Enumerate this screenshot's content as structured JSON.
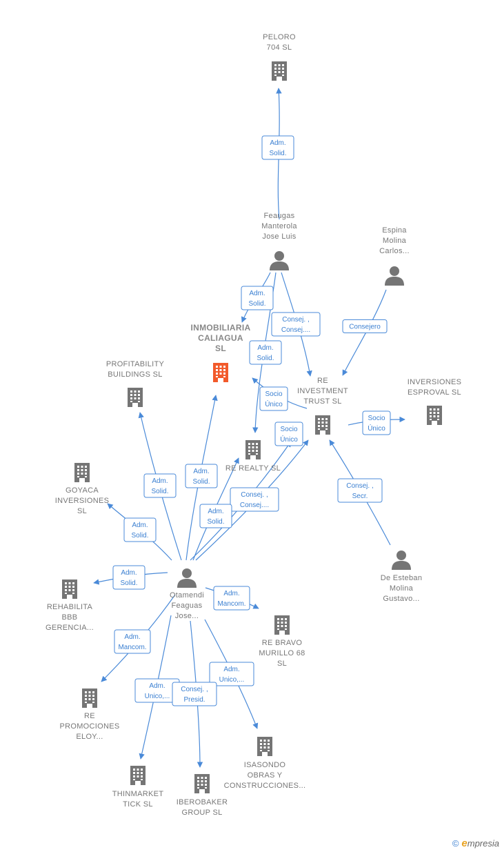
{
  "colors": {
    "edge": "#4a8ad8",
    "building": "#757575",
    "building_main": "#f25a2b",
    "person": "#757575",
    "label": "#777777"
  },
  "nodes": {
    "peloro": {
      "type": "company",
      "icon": "building-icon",
      "lines": [
        "PELORO",
        "704  SL"
      ]
    },
    "feaugas": {
      "type": "person",
      "icon": "person-icon",
      "lines": [
        "Feaugas",
        "Manterola",
        "Jose Luis"
      ]
    },
    "espina": {
      "type": "person",
      "icon": "person-icon",
      "lines": [
        "Espina",
        "Molina",
        "Carlos..."
      ]
    },
    "inmobiliaria": {
      "type": "company",
      "main": true,
      "icon": "building-icon",
      "lines": [
        "INMOBILIARIA",
        "CALIAGUA",
        "SL"
      ]
    },
    "profitability": {
      "type": "company",
      "icon": "building-icon",
      "lines": [
        "PROFITABILITY",
        "BUILDINGS  SL"
      ]
    },
    "re_investment": {
      "type": "company",
      "icon": "building-icon",
      "lines": [
        "RE",
        "INVESTMENT",
        "TRUST  SL"
      ]
    },
    "inversiones_esproval": {
      "type": "company",
      "icon": "building-icon",
      "lines": [
        "INVERSIONES",
        "ESPROVAL  SL"
      ]
    },
    "re_realty": {
      "type": "company",
      "icon": "building-icon",
      "lines": [
        "RE REALTY  SL"
      ]
    },
    "goyaca": {
      "type": "company",
      "icon": "building-icon",
      "lines": [
        "GOYACA",
        "INVERSIONES",
        "SL"
      ]
    },
    "de_esteban": {
      "type": "person",
      "icon": "person-icon",
      "lines": [
        "De Esteban",
        "Molina",
        "Gustavo..."
      ]
    },
    "rehabilita": {
      "type": "company",
      "icon": "building-icon",
      "lines": [
        "REHABILITA",
        "BBB",
        "GERENCIA..."
      ]
    },
    "otamendi": {
      "type": "person",
      "icon": "person-icon",
      "lines": [
        "Otamendi",
        "Feaguas",
        "Jose..."
      ]
    },
    "re_bravo": {
      "type": "company",
      "icon": "building-icon",
      "lines": [
        "RE BRAVO",
        "MURILLO 68",
        "SL"
      ]
    },
    "re_promociones": {
      "type": "company",
      "icon": "building-icon",
      "lines": [
        "RE",
        "PROMOCIONES",
        "ELOY..."
      ]
    },
    "isasondo": {
      "type": "company",
      "icon": "building-icon",
      "lines": [
        "ISASONDO",
        "OBRAS Y",
        "CONSTRUCCIONES..."
      ]
    },
    "thinmarket": {
      "type": "company",
      "icon": "building-icon",
      "lines": [
        "THINMARKET",
        "TICK SL"
      ]
    },
    "iberobaker": {
      "type": "company",
      "icon": "building-icon",
      "lines": [
        "IBEROBAKER",
        "GROUP  SL"
      ]
    }
  },
  "edges": [
    {
      "from": "feaugas",
      "to": "peloro",
      "label": [
        "Adm.",
        "Solid."
      ]
    },
    {
      "from": "feaugas",
      "to": "inmobiliaria",
      "label": [
        "Adm.",
        "Solid."
      ]
    },
    {
      "from": "feaugas",
      "to": "re_investment",
      "label": [
        "Consej. ,",
        "Consej...."
      ]
    },
    {
      "from": "feaugas",
      "to": "re_realty",
      "label": [
        "Adm.",
        "Solid."
      ]
    },
    {
      "from": "espina",
      "to": "re_investment",
      "label": [
        "Consejero"
      ]
    },
    {
      "from": "re_investment",
      "to": "re_realty",
      "label": [
        "Socio",
        "Único"
      ]
    },
    {
      "from": "re_investment",
      "to": "inversiones_esproval",
      "label": [
        "Socio",
        "Único"
      ]
    },
    {
      "from": "de_esteban",
      "to": "re_investment",
      "label": [
        "Consej. ,",
        "Secr."
      ]
    },
    {
      "from": "otamendi",
      "to": "re_investment",
      "label": [
        "Socio",
        "Único"
      ]
    },
    {
      "from": "otamendi",
      "to": "re_investment",
      "label": [
        "Consej. ,",
        "Consej...."
      ]
    },
    {
      "from": "otamendi",
      "to": "re_realty",
      "label": [
        "Adm.",
        "Solid."
      ]
    },
    {
      "from": "otamendi",
      "to": "inmobiliaria",
      "label": [
        "Adm.",
        "Solid."
      ]
    },
    {
      "from": "otamendi",
      "to": "profitability",
      "label": [
        "Adm.",
        "Solid."
      ]
    },
    {
      "from": "otamendi",
      "to": "goyaca",
      "label": [
        "Adm.",
        "Solid."
      ]
    },
    {
      "from": "otamendi",
      "to": "rehabilita",
      "label": [
        "Adm.",
        "Solid."
      ]
    },
    {
      "from": "otamendi",
      "to": "re_bravo",
      "label": [
        "Adm.",
        "Mancom."
      ]
    },
    {
      "from": "otamendi",
      "to": "re_promociones",
      "label": [
        "Adm.",
        "Mancom."
      ]
    },
    {
      "from": "otamendi",
      "to": "isasondo",
      "label": [
        "Adm.",
        "Unico,..."
      ]
    },
    {
      "from": "otamendi",
      "to": "thinmarket",
      "label": [
        "Adm.",
        "Unico,..."
      ]
    },
    {
      "from": "otamendi",
      "to": "iberobaker",
      "label": [
        "Consej. ,",
        "Presid."
      ]
    }
  ],
  "footer": {
    "copyright": "©",
    "brand_initial": "e",
    "brand_rest": "mpresia"
  }
}
